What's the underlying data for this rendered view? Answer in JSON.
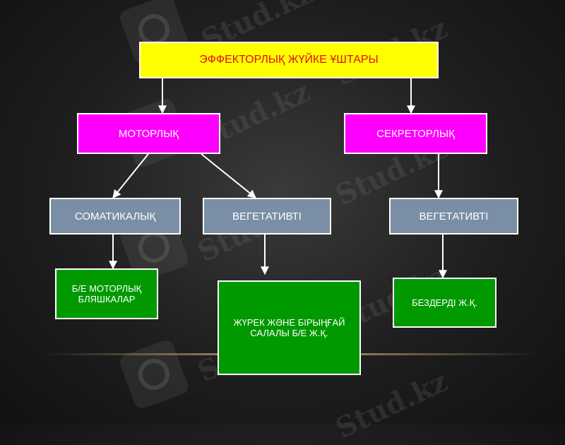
{
  "watermark": {
    "text": "Stud.kz"
  },
  "colors": {
    "root": "#ffff00",
    "motor": "#ff00ff",
    "somatic": "#7a8ea6",
    "effector": "#009900",
    "border": "#ffffff",
    "root_text": "#e01010"
  },
  "nodes": {
    "root": "ЭФФЕКТОРЛЫҚ ЖҮЙКЕ ҰШТАРЫ",
    "motor": "МОТОРЛЫҚ",
    "secretory": "СЕКРЕТОРЛЫҚ",
    "somatic": "СОМАТИКАЛЫҚ",
    "vegetative_left": "ВЕГЕТАТИВТІ",
    "vegetative_right": "ВЕГЕТАТИВТІ",
    "motor_plates": "Б/Е МОТОРЛЫҚ БЛЯШКАЛАР",
    "heart_smooth": "ЖҮРЕК ЖӘНЕ БІРЫҢҒАЙ САЛАЛЫ Б/Е Ж.Қ.",
    "glands": "БЕЗДЕРДІ Ж.Қ."
  }
}
